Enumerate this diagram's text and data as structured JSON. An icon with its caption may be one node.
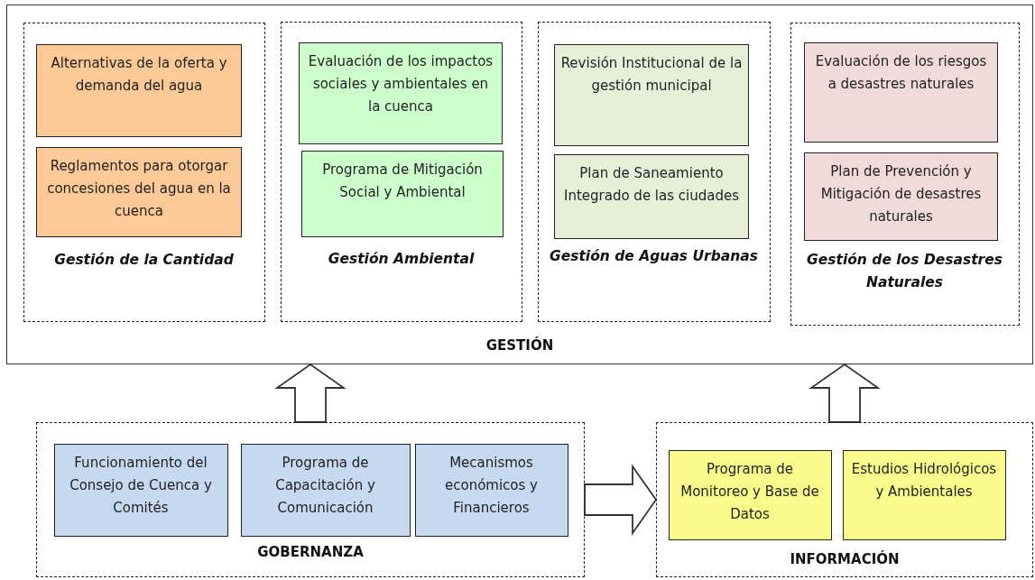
{
  "diagram": {
    "nodes": [
      {
        "text": [
          "GESTIÓN"
        ]
      },
      {
        "text": [
          "Gestión de la Cantidad"
        ],
        "in": 0
      },
      {
        "text": [
          "Alternativas de la oferta y demanda del agua"
        ],
        "in": 1
      },
      {
        "text": [
          "Reglamentos para otorgar concesiones del agua en la cuenca"
        ],
        "in": 1
      },
      {
        "text": [
          "Gestión Ambiental"
        ],
        "in": 0
      },
      {
        "text": [
          "Evaluación de los impactos sociales y ambientales en la cuenca"
        ],
        "in": 4
      },
      {
        "text": [
          "Programa de Mitigación Social y Ambiental"
        ],
        "in": 4
      },
      {
        "text": [
          "Gestión de Aguas Urbanas"
        ],
        "in": 0
      },
      {
        "text": [
          "Revisión Institucional de la gestión municipal"
        ],
        "in": 7
      },
      {
        "text": [
          "Plan de Saneamiento Integrado de las ciudades"
        ],
        "in": 7
      },
      {
        "text": [
          "Gestión de los Desastres Naturales"
        ],
        "in": 0
      },
      {
        "text": [
          "Evaluación de los riesgos a desastres naturales"
        ],
        "in": 10
      },
      {
        "text": [
          "Plan de Prevención y Mitigación de desastres naturales"
        ],
        "in": 10
      },
      {
        "text": [
          "GOBERNANZA"
        ]
      },
      {
        "text": [
          "Funcionamiento del Consejo de Cuenca y Comités"
        ],
        "in": 13
      },
      {
        "text": [
          "Programa de Capacitación y Comunicación"
        ],
        "in": 13
      },
      {
        "text": [
          "Mecanismos económicos y Financieros"
        ],
        "in": 13
      },
      {
        "text": [
          "INFORMACIÓN"
        ]
      },
      {
        "text": [
          "Programa de Monitoreo y Base de Datos"
        ],
        "in": 17
      },
      {
        "text": [
          "Estudios Hidrológicos y Ambientales"
        ],
        "in": 17
      }
    ],
    "edges": [
      {
        "from": 13,
        "to": 0,
        "arrow": "to",
        "style": "thick"
      },
      {
        "from": 17,
        "to": 0,
        "arrow": "to",
        "style": "thick"
      },
      {
        "from": 13,
        "to": 17,
        "arrow": "to",
        "style": "thick"
      }
    ]
  }
}
